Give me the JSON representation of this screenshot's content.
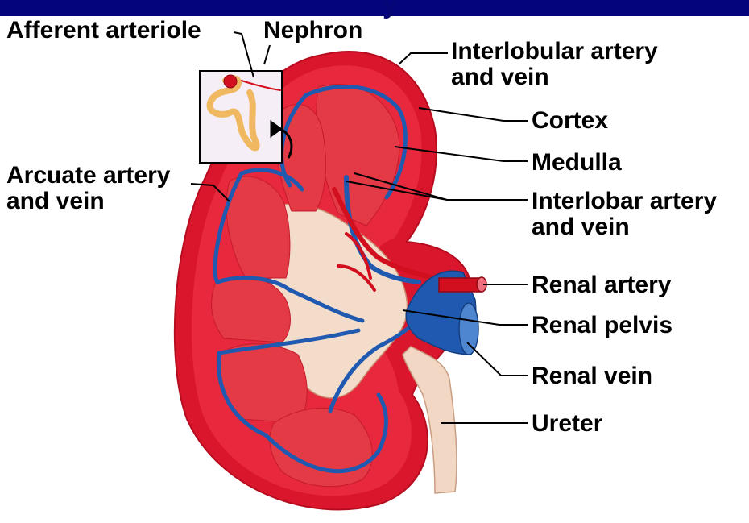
{
  "colors": {
    "top_bar": "#04047c",
    "leader_line": "#000000",
    "capsule": "#d9162b",
    "cortex": "#e8283c",
    "pyramid": "#e43a46",
    "artery": "#d20f1e",
    "vein": "#1f5ab0",
    "pelvis": "#f4dccb",
    "nephron_inset_bg": "#f5eef6",
    "nephron": "#f0b860",
    "ureter": "#f2d8c4"
  },
  "icons": {
    "inset_arrow": "curved-arrow-icon"
  },
  "labels": {
    "afferent_arteriole": "Afferent arteriole",
    "nephron": "Nephron",
    "interlobular": {
      "line1": "Interlobular artery",
      "line2": "and vein"
    },
    "cortex": "Cortex",
    "medulla": "Medulla",
    "arcuate": {
      "line1": "Arcuate artery",
      "line2": "and vein"
    },
    "interlobar": {
      "line1": "Interlobar artery",
      "line2": "and vein"
    },
    "renal_artery": "Renal artery",
    "renal_pelvis": "Renal pelvis",
    "renal_vein": "Renal vein",
    "ureter": "Ureter"
  }
}
